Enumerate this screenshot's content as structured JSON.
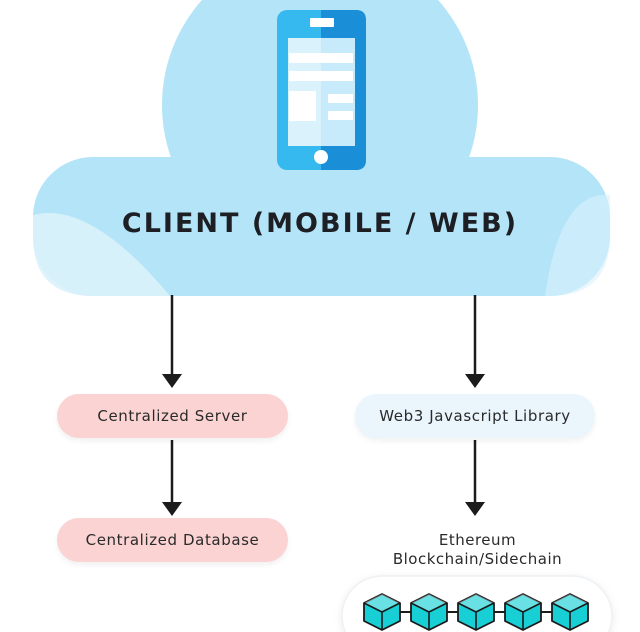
{
  "client": {
    "title": "CLIENT (MOBILE / WEB)"
  },
  "nodes": {
    "centralized_server": "Centralized Server",
    "centralized_database": "Centralized Database",
    "web3_library": "Web3 Javascript Library",
    "chain_line1": "Ethereum",
    "chain_line2": "Blockchain/Sidechain"
  },
  "colors": {
    "cloud": "#b3e4f7",
    "cloud_light": "#daf2fb",
    "phone_light": "#35b9ee",
    "phone_dark": "#1a8fd8",
    "cube": "#19cfd6",
    "pink_node": "#fbd3d3",
    "blue_node": "#eaf5fc",
    "arrow": "#1b1b1b"
  },
  "icons": {
    "phone": "mobile-phone-icon",
    "blocks": "blockchain-cube-icon"
  },
  "block_count": 5
}
